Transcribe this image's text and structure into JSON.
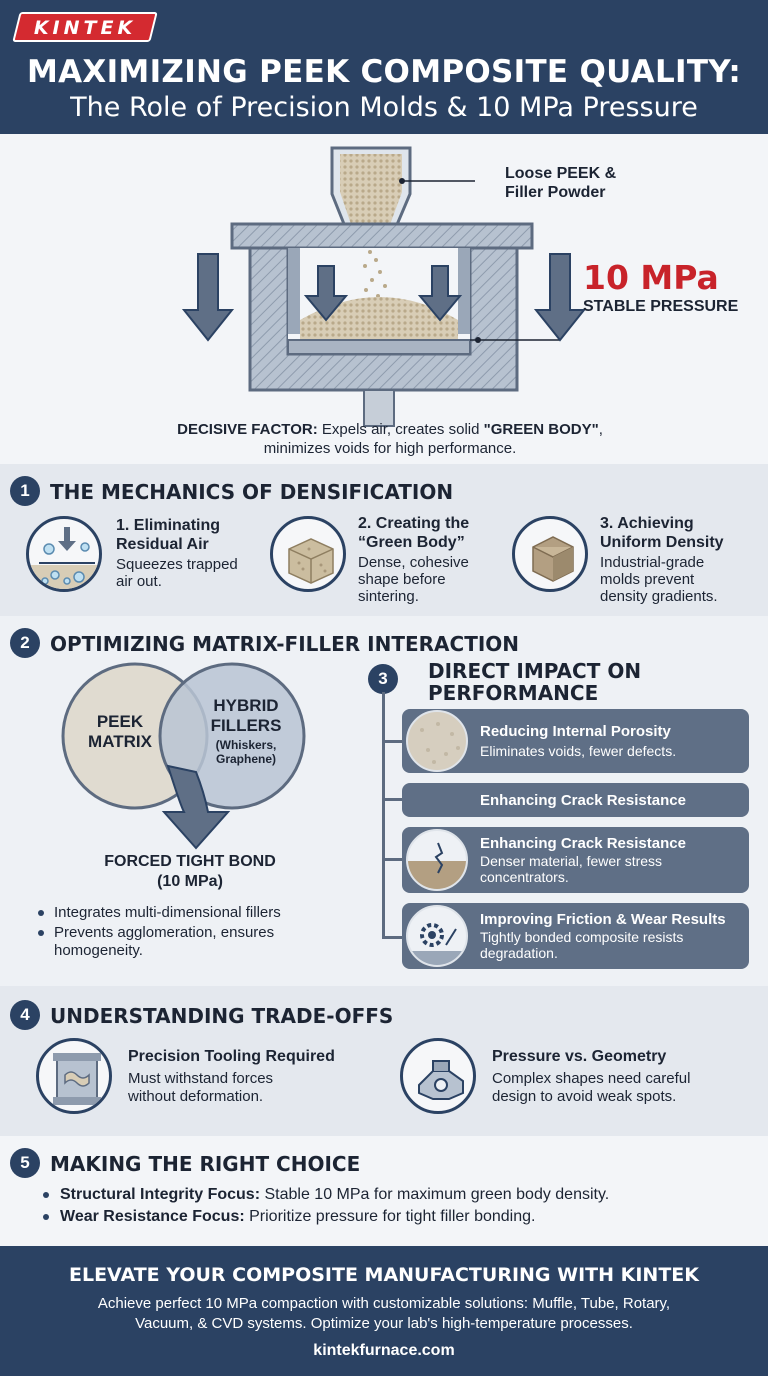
{
  "brand": {
    "logo_text": "KINTEK",
    "accent_color": "#c8232a",
    "navy_color": "#2b4263"
  },
  "header": {
    "title": "MAXIMIZING PEEK COMPOSITE QUALITY:",
    "subtitle": "The Role of Precision Molds & 10 MPa Pressure"
  },
  "hero": {
    "powder_label_line1": "Loose PEEK &",
    "powder_label_line2": "Filler Powder",
    "pressure_value": "10 MPa",
    "pressure_label": "STABLE PRESSURE",
    "decisive_bold": "DECISIVE FACTOR:",
    "decisive_text_1": "Expels air, creates solid ",
    "decisive_bold_2": "\"GREEN BODY\"",
    "decisive_text_2": ",",
    "decisive_text_3": "minimizes voids for high performance."
  },
  "section1": {
    "number": "1",
    "title": "THE MECHANICS OF DENSIFICATION",
    "items": [
      {
        "head_1": "1. Eliminating",
        "head_2": "Residual Air",
        "body_1": "Squeezes trapped",
        "body_2": "air out.",
        "body_3": "",
        "icon": "air-bubbles-icon"
      },
      {
        "head_1": "2. Creating the",
        "head_2": "“Green Body”",
        "body_1": "Dense, cohesive",
        "body_2": "shape before",
        "body_3": "sintering.",
        "icon": "green-body-block-icon"
      },
      {
        "head_1": "3. Achieving",
        "head_2": "Uniform Density",
        "body_1": "Industrial-grade",
        "body_2": "molds prevent",
        "body_3": "density gradients.",
        "icon": "dense-cube-icon"
      }
    ]
  },
  "section2": {
    "number": "2",
    "title": "OPTIMIZING MATRIX-FILLER INTERACTION",
    "venn_left_1": "PEEK",
    "venn_left_2": "MATRIX",
    "venn_right_1": "HYBRID",
    "venn_right_2": "FILLERS",
    "venn_right_3": "(Whiskers,",
    "venn_right_4": "Graphene)",
    "bond_1": "FORCED TIGHT BOND",
    "bond_2": "(10 MPa)",
    "bullets": [
      {
        "line1": "Integrates multi-dimensional fillers",
        "line2": ""
      },
      {
        "line1": "Prevents agglomeration, ensures",
        "line2": "homogeneity."
      }
    ]
  },
  "section3": {
    "number": "3",
    "title_1": "DIRECT IMPACT ON",
    "title_2": "PERFORMANCE",
    "cards": [
      {
        "head": "Reducing Internal Porosity",
        "body_1": "Eliminates voids, fewer defects.",
        "body_2": "",
        "icon": "porous-surface-icon"
      },
      {
        "head": "Enhancing Crack Resistance",
        "body_1": "",
        "body_2": "",
        "icon": ""
      },
      {
        "head": "Enhancing Crack Resistance",
        "body_1": "Denser material, fewer stress",
        "body_2": "concentrators.",
        "icon": "cracked-material-icon"
      },
      {
        "head": "Improving Friction & Wear Results",
        "body_1": "Tightly bonded composite resists",
        "body_2": "degradation.",
        "icon": "gear-wear-icon"
      }
    ]
  },
  "section4": {
    "number": "4",
    "title": "UNDERSTANDING TRADE-OFFS",
    "items": [
      {
        "head": "Precision Tooling Required",
        "body_1": "Must withstand forces",
        "body_2": "without deformation.",
        "icon": "mold-die-icon"
      },
      {
        "head": "Pressure vs. Geometry",
        "body_1": "Complex shapes need careful",
        "body_2": "design to avoid weak spots.",
        "icon": "complex-part-icon"
      }
    ]
  },
  "section5": {
    "number": "5",
    "title": "MAKING THE RIGHT CHOICE",
    "items": [
      {
        "bold": "Structural Integrity Focus:",
        "text": " Stable 10 MPa for maximum green body density."
      },
      {
        "bold": "Wear Resistance Focus:",
        "text": " Prioritize pressure for tight filler bonding."
      }
    ]
  },
  "footer": {
    "title": "ELEVATE YOUR COMPOSITE MANUFACTURING WITH KINTEK",
    "body_1": "Achieve perfect 10 MPa compaction with customizable solutions: Muffle, Tube, Rotary,",
    "body_2": "Vacuum, & CVD systems. Optimize your lab's high-temperature processes.",
    "url": "kintekfurnace.com"
  }
}
